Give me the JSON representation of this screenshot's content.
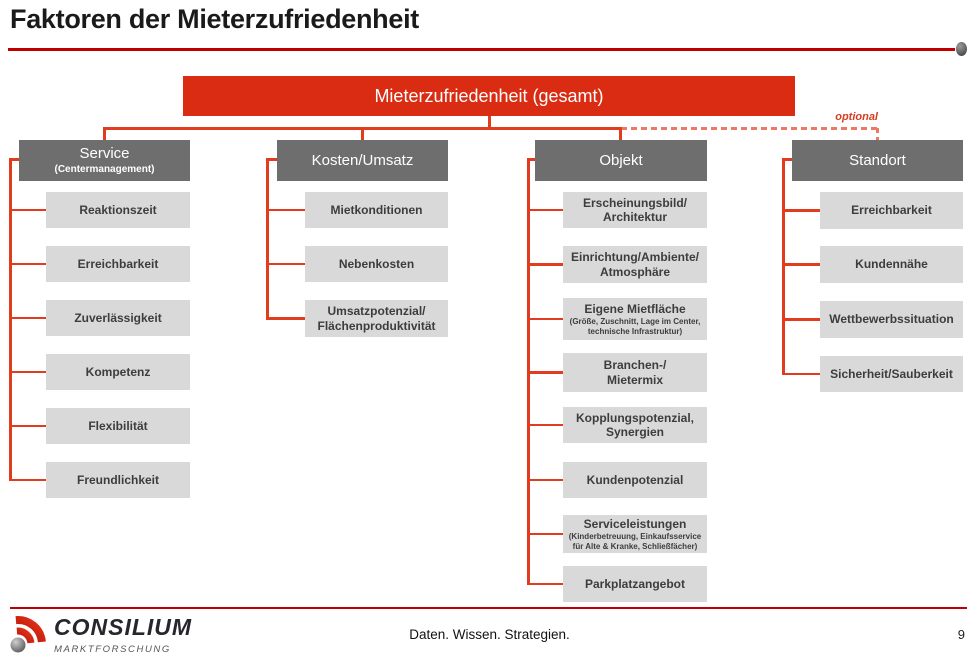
{
  "header": {
    "title": "Faktoren der Mieterzufriedenheit"
  },
  "tree": {
    "root": "Mieterzufriedenheit (gesamt)",
    "optional_label": "optional",
    "columns": [
      {
        "title": "Service",
        "subtitle": "(Centermanagement)",
        "children": [
          {
            "label": "Reaktionszeit"
          },
          {
            "label": "Erreichbarkeit"
          },
          {
            "label": "Zuverlässigkeit"
          },
          {
            "label": "Kompetenz"
          },
          {
            "label": "Flexibilität"
          },
          {
            "label": "Freundlichkeit"
          }
        ]
      },
      {
        "title": "Kosten/Umsatz",
        "children": [
          {
            "label": "Mietkonditionen"
          },
          {
            "label": "Nebenkosten"
          },
          {
            "label": "Umsatzpotenzial/\nFlächenproduktivität"
          }
        ]
      },
      {
        "title": "Objekt",
        "children": [
          {
            "label": "Erscheinungsbild/\nArchitektur"
          },
          {
            "label": "Einrichtung/Ambiente/\nAtmosphäre"
          },
          {
            "label": "Eigene Mietfläche",
            "sublabel": "(Größe, Zuschnitt, Lage im Center,\ntechnische Infrastruktur)"
          },
          {
            "label": "Branchen-/\nMietermix"
          },
          {
            "label": "Kopplungspotenzial,\nSynergien"
          },
          {
            "label": "Kundenpotenzial"
          },
          {
            "label": "Serviceleistungen",
            "sublabel": "(Kinderbetreuung, Einkaufsservice\nfür Alte & Kranke, Schließfächer)"
          },
          {
            "label": "Parkplatzangebot"
          }
        ]
      },
      {
        "title": "Standort",
        "children": [
          {
            "label": "Erreichbarkeit"
          },
          {
            "label": "Kundennähe"
          },
          {
            "label": "Wettbewerbssituation"
          },
          {
            "label": "Sicherheit/Sauberkeit"
          }
        ]
      }
    ]
  },
  "footer": {
    "logo_text": "CONSILIUM",
    "logo_subtext": "MARKTFORSCHUNG",
    "tagline": "Daten. Wissen. Strategien.",
    "page_number": "9"
  },
  "colors": {
    "accent_red": "#d92c12",
    "connector_red": "#e23c1f",
    "rule_red": "#c00000",
    "header_gray": "#6e6e6e",
    "box_gray": "#d9d9d9"
  }
}
